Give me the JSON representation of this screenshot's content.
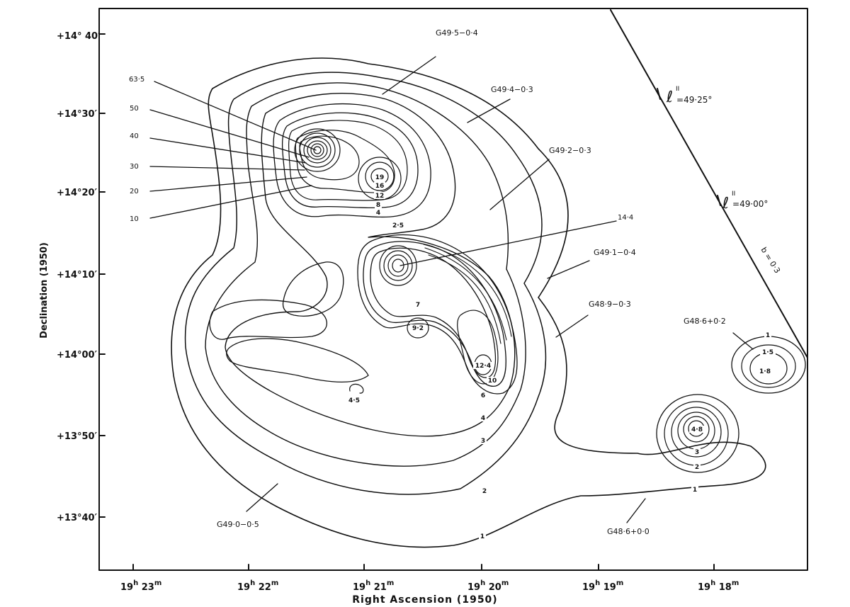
{
  "axes": {
    "x_label": "Right  Ascension  (1950)",
    "y_label": "Declination (1950)",
    "ra_ticks": [
      {
        "h": "19",
        "m": "23"
      },
      {
        "h": "19",
        "m": "22"
      },
      {
        "h": "19",
        "m": "21"
      },
      {
        "h": "19",
        "m": "20"
      },
      {
        "h": "19",
        "m": "19"
      },
      {
        "h": "19",
        "m": "18"
      }
    ],
    "dec_ticks": [
      "+14° 40′",
      "+14°30′",
      "+14°20′",
      "+14°10′",
      "+14°00′",
      "+13°50′",
      "+13°40′"
    ]
  },
  "sources": [
    "G49·5−0·4",
    "G49·4−0·3",
    "G49·2−0·3",
    "G49·1−0·4",
    "G48·9−0·3",
    "G48·6+0·2",
    "G49·0−0·5",
    "G48·6+0·0"
  ],
  "key_levels": [
    "63·5",
    "50",
    "40",
    "30",
    "20",
    "10"
  ],
  "peak_label": "14·4",
  "contour_labels": [
    "19",
    "16",
    "12",
    "8",
    "4",
    "2·5",
    "7",
    "9·2",
    "12·4",
    "10",
    "6",
    "4",
    "3",
    "2",
    "1",
    "4·5",
    "4·8",
    "3",
    "2",
    "1",
    "1",
    "1·5",
    "1·8"
  ],
  "galactic": {
    "l1_label": "49·25",
    "l2_label": "49·00",
    "b_label": "b = 0·3"
  },
  "colors": {
    "ink": "#111111",
    "paper": "#ffffff"
  }
}
